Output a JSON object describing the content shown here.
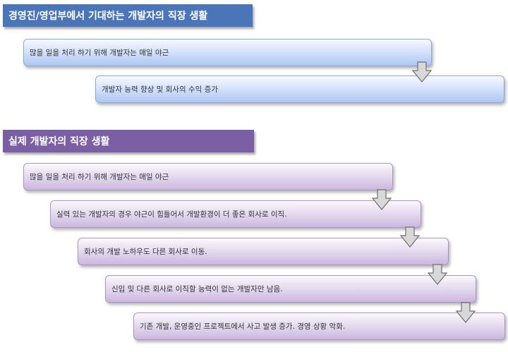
{
  "section1": {
    "title": "경영진/영업부에서 기대하는 개발자의 직장 생활",
    "color": "#4a76b9",
    "steps": [
      "많을 일을 처리 하기 위해 개발자는 매일 야근",
      "개발자 능력 향상 및 회사의 수익 증가"
    ]
  },
  "section2": {
    "title": "실제 개발자의 직장 생활",
    "color": "#7a5fa4",
    "steps": [
      "많을 일을 처리 하기 위해 개발자는 매일 야근",
      "실력 있는 개발자의 경우 야근이 힘들어서 개발환경이 더 좋은 회사로 이직.",
      "회사의 개발 노하우도 다른 회사로 이동.",
      "신입 및 다른 회사로 이직할 능력이 없는 개발자만 남음.",
      "기존 개발, 운영중인 프로젝트에서 사고 발생 증가. 경영 상황 악화."
    ]
  },
  "arrow_icon": "down-arrow-icon",
  "colors": {
    "blue_box": "#c9dbf7",
    "purple_box": "#dccfea",
    "arrow_fill": "#d8d8d8"
  }
}
